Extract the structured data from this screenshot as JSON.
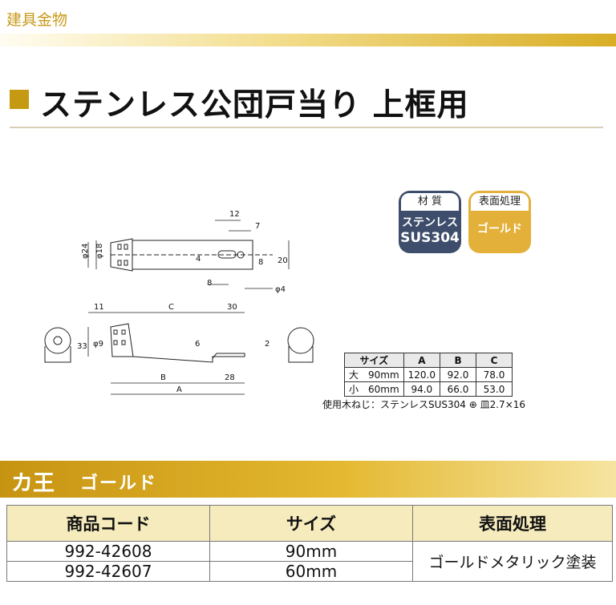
{
  "category": "建具金物",
  "title": "ステンレス公団戸当り 上框用",
  "badges": {
    "material": {
      "header": "材 質",
      "line1": "ステンレス",
      "line2": "SUS304",
      "color": "#3d4d6b"
    },
    "finish": {
      "header": "表面処理",
      "line1": "ゴールド",
      "color": "#e3b13a"
    }
  },
  "drawing": {
    "dims": [
      "12",
      "7",
      "φ24",
      "φ18",
      "4",
      "8",
      "20",
      "8",
      "φ4",
      "11",
      "C",
      "30",
      "33",
      "φ9",
      "6",
      "2",
      "B",
      "28",
      "A"
    ]
  },
  "size_table": {
    "headers": [
      "サイズ",
      "A",
      "B",
      "C"
    ],
    "rows": [
      [
        "大　90mm",
        "120.0",
        "92.0",
        "78.0"
      ],
      [
        "小　60mm",
        "94.0",
        "66.0",
        "53.0"
      ]
    ]
  },
  "screw_note": "使用木ねじ：ステンレスSUS304 ⊕ 皿2.7×16",
  "section": {
    "label": "カ王",
    "finish": "ゴールド"
  },
  "product_table": {
    "headers": [
      "商品コード",
      "サイズ",
      "表面処理"
    ],
    "rows": [
      {
        "code": "992-42608",
        "size": "90mm"
      },
      {
        "code": "992-42607",
        "size": "60mm"
      }
    ],
    "finish": "ゴールドメタリック塗装"
  }
}
